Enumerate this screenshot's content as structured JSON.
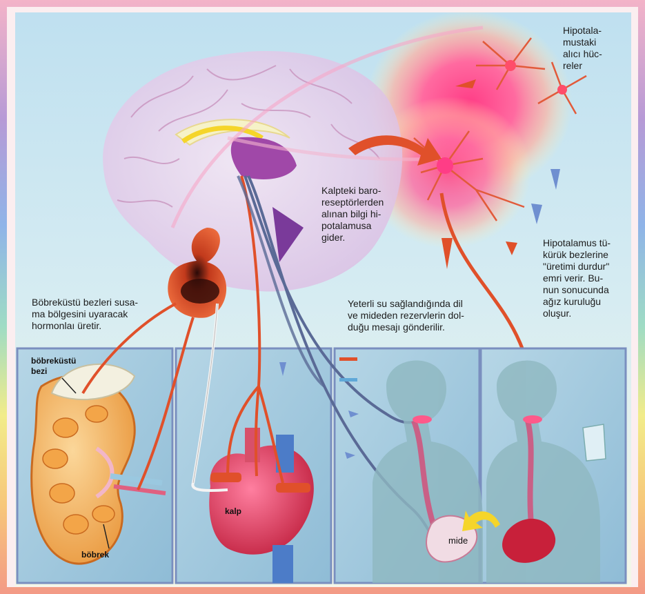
{
  "captions": {
    "hypothalamus_receptors": "Hipotala-\nmustaki\nalıcı hüc-\nreler",
    "baroreceptors": "Kalpteki baro-\nreseptörlerden\nalınan bilgi hi-\npotalamusa\ngider.",
    "adrenal_hormones": "Böbreküstü bezleri susa-\nma bölgesini uyaracak\nhormonlaı üretir.",
    "water_enough": "Yeterli su sağlandığında dil\nve mideden rezervlerin dol-\nduğu mesajı gönderilir.",
    "salivary_stop": "Hipotalamus tü-\nkürük bezlerine\n\"üretimi durdur\"\nemri verir. Bu-\nnun sonucunda\nağız kuruluğu\noluşur."
  },
  "labels": {
    "adrenal_gland": "böbreküstü\nbezi",
    "kidney": "böbrek",
    "heart": "kalp",
    "stomach": "mide"
  },
  "colors": {
    "nerve_red": "#e0502a",
    "nerve_blue": "#5a6a96",
    "brain_pink": "#e8a0c0",
    "glow": "#ff4d8a",
    "panel_blue": "#a9cfe3"
  },
  "legend_icons": [
    "red-pathway-swatch",
    "blue-pathway-swatch"
  ]
}
